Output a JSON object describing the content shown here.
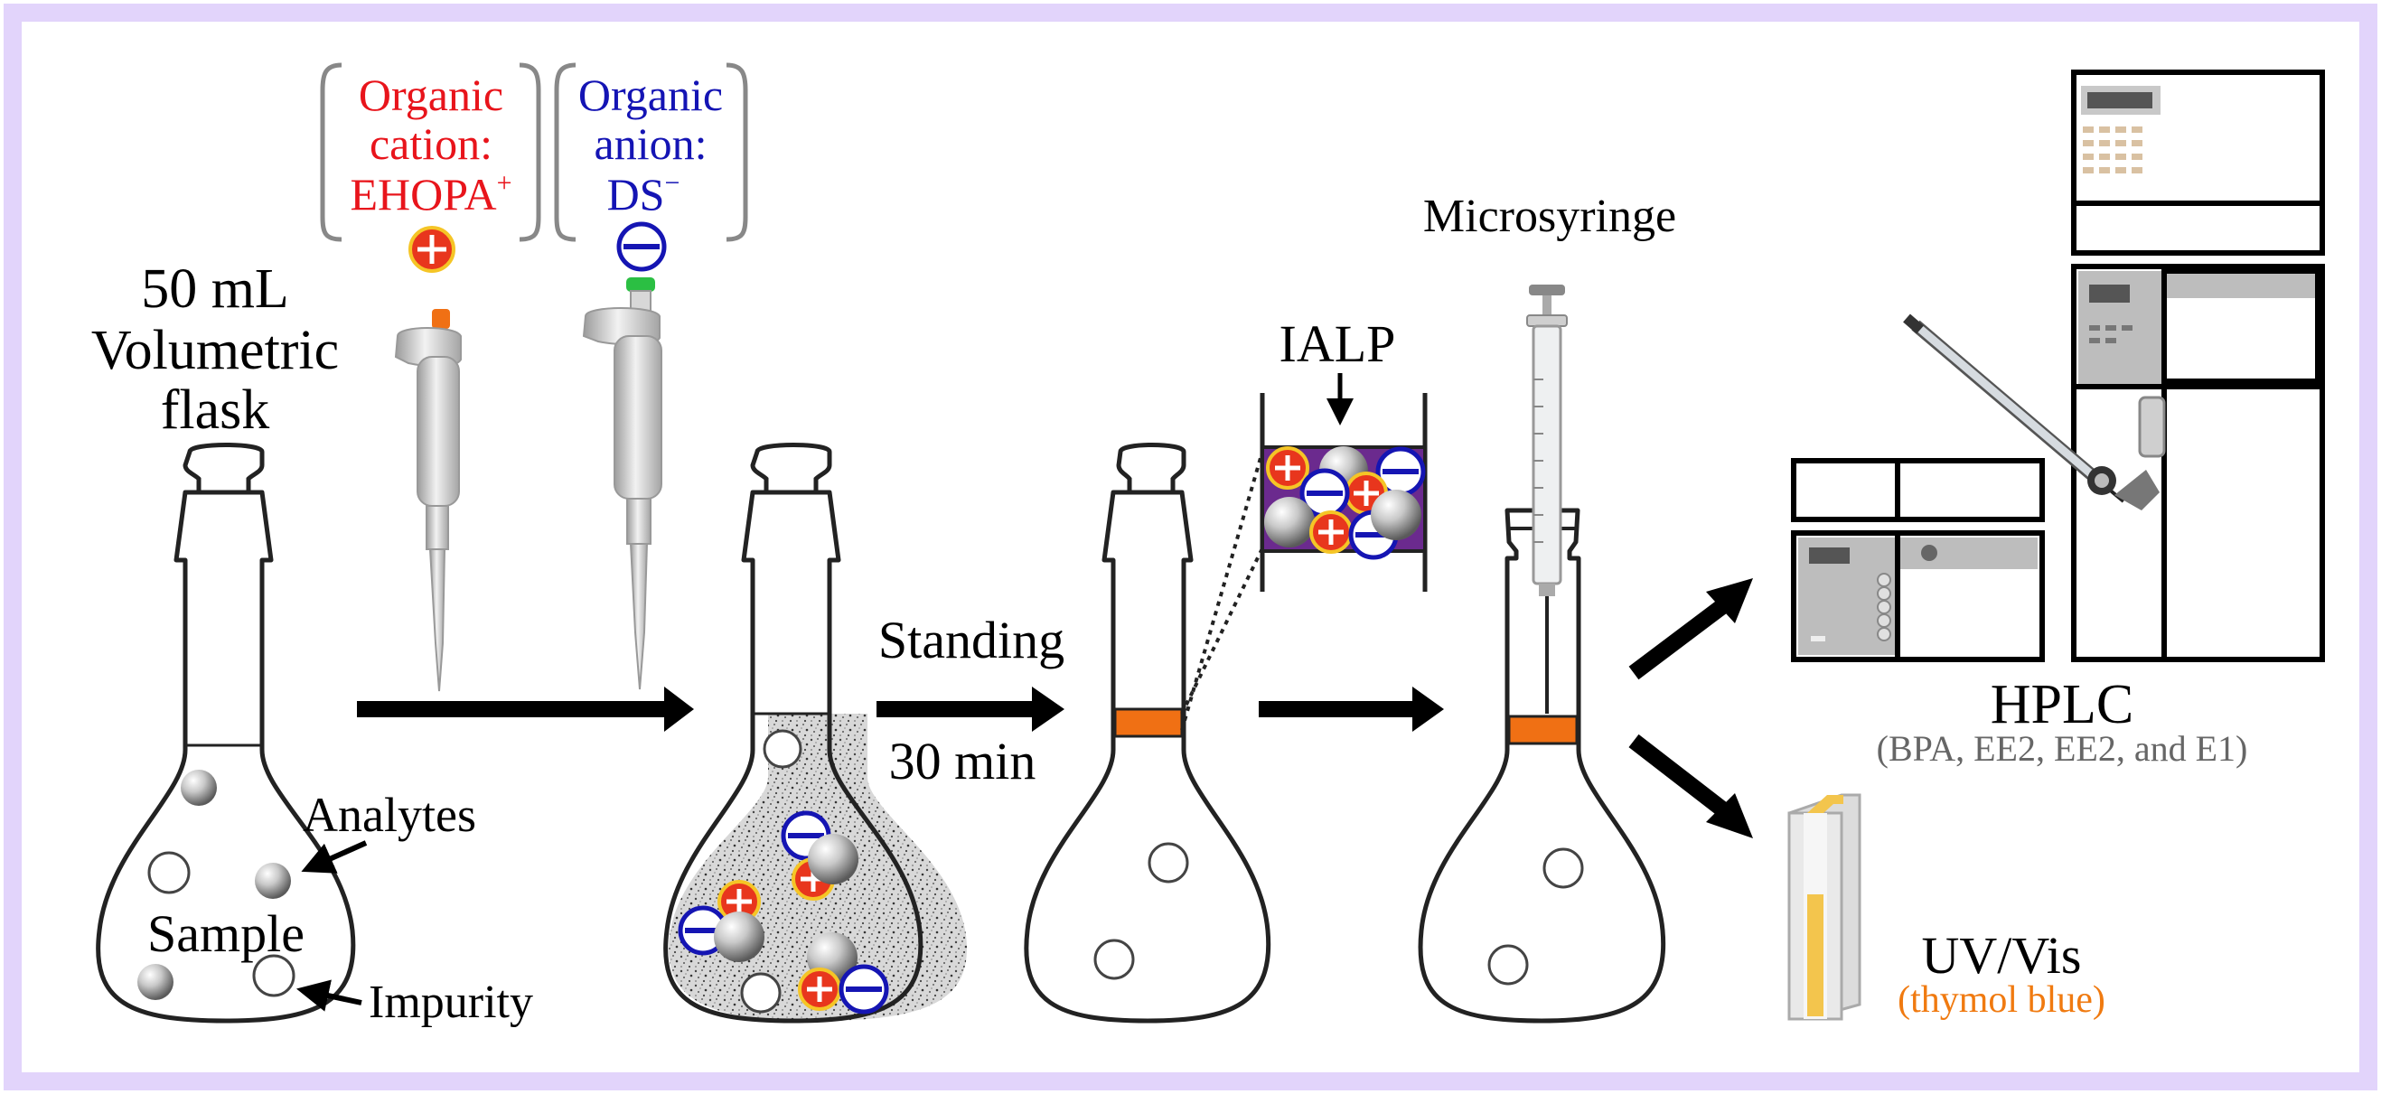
{
  "labels": {
    "flask_title_line1": "50 mL",
    "flask_title_line2": "Volumetric",
    "flask_title_line3": "flask",
    "cation_line1": "Organic",
    "cation_line2": "cation:",
    "cation_line3": "EHOPA",
    "cation_sup": "+",
    "anion_line1": "Organic",
    "anion_line2": "anion:",
    "anion_line3": "DS",
    "anion_sup": "−",
    "analytes": "Analytes",
    "sample": "Sample",
    "impurity": "Impurity",
    "standing": "Standing",
    "time": "30 min",
    "ialp": "IALP",
    "microsyringe": "Microsyringe",
    "hplc": "HPLC",
    "hplc_sub": "(BPA, EE2, EE2, and E1)",
    "uvvis": "UV/Vis",
    "uvvis_sub": "(thymol blue)"
  },
  "colors": {
    "frame": "#e2d4fb",
    "cation_text": "#e8141b",
    "anion_text": "#1414b4",
    "cation_fill": "#e8361d",
    "anion_stroke": "#1515b3",
    "phase": "#f07014",
    "ialp_bg": "#6b2a8e",
    "uv_sub": "#f07a10",
    "hplc_sub": "#666666"
  }
}
